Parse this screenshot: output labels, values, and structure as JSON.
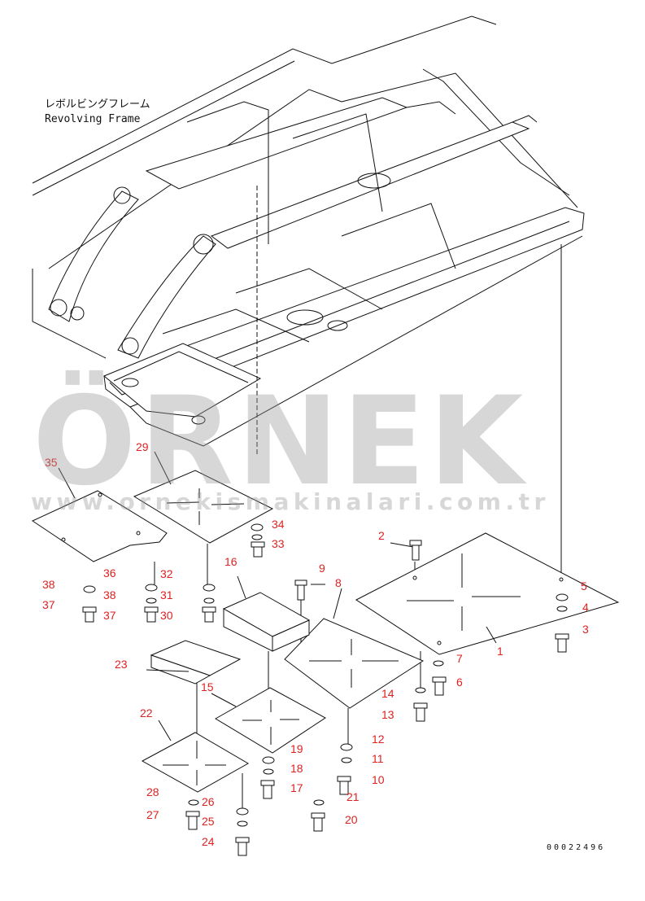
{
  "frame_label": {
    "japanese": "レボルビングフレーム",
    "english": "Revolving Frame"
  },
  "drawing_number": "00022496",
  "watermark": {
    "brand": "ÖRNEK",
    "url": "www.ornekismakinalari.com.tr"
  },
  "colors": {
    "callout": "#dd2222",
    "line": "#111111",
    "watermark": "#969696"
  },
  "callouts": [
    "1",
    "2",
    "3",
    "4",
    "5",
    "6",
    "7",
    "8",
    "9",
    "10",
    "11",
    "12",
    "13",
    "14",
    "15",
    "16",
    "17",
    "18",
    "19",
    "20",
    "21",
    "22",
    "23",
    "24",
    "25",
    "26",
    "27",
    "28",
    "29",
    "30",
    "31",
    "32",
    "33",
    "34",
    "35",
    "36",
    "37",
    "38"
  ]
}
